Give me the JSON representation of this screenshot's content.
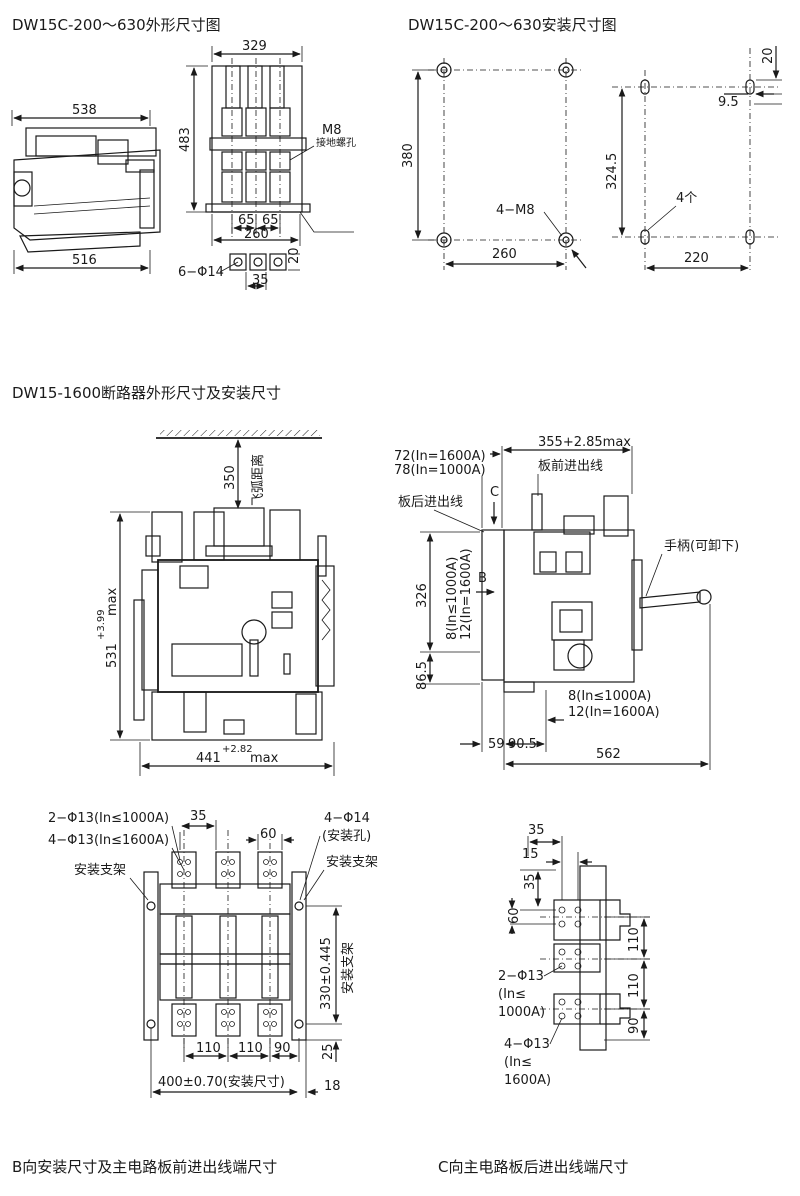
{
  "titles": {
    "t1": "DW15C-200～630外形尺寸图",
    "t2": "DW15C-200～630安装尺寸图",
    "t3": "DW15-1600断路器外形尺寸及安装尺寸",
    "t4": "B向安装尺寸及主电路板前进出线端尺寸",
    "t5": "C向主电路板后进出线端尺寸"
  },
  "d1": {
    "w538": "538",
    "w516": "516",
    "w329": "329",
    "h483": "483",
    "m8": "M8",
    "ground_hole": "接地螺孔",
    "p65a": "65",
    "p65b": "65",
    "w260": "260",
    "holes": "6−Φ14",
    "d20": "20",
    "d35": "35"
  },
  "d2": {
    "h380": "380",
    "w260": "260",
    "m8": "4−M8",
    "d20": "20",
    "d95": "9.5",
    "h3245": "324.5",
    "count": "4个",
    "w220": "220"
  },
  "d3": {
    "arc": "飞弧距离",
    "h350": "350",
    "h531": "531",
    "h531tol": "+3.99",
    "max": "max",
    "w441": "441",
    "w441tol": "+2.82"
  },
  "d4": {
    "l72": "72(In=1600A)",
    "l78": "78(In=1000A)",
    "w355": "355+2.85max",
    "front": "板前进出线",
    "c": "C",
    "back": "板后进出线",
    "handle": "手柄(可卸下)",
    "b": "B",
    "h326": "326",
    "v8": "8(In≤1000A)",
    "v12": "12(In=1600A)",
    "h865": "86.5",
    "l8": "8(In≤1000A)",
    "l12": "12(In=1600A)",
    "w59": "59",
    "w905": "90.5",
    "w562": "562"
  },
  "d5": {
    "holes1": "2−Φ13(In≤1000A)",
    "holes2": "4−Φ13(In≤1600A)",
    "w35": "35",
    "h4": "4−Φ14",
    "hole_note": "(安装孔)",
    "w60": "60",
    "bracket_l": "安装支架",
    "bracket_r": "安装支架",
    "h330": "330±0.445",
    "bracket_v": "安装支架",
    "p110a": "110",
    "p110b": "110",
    "p90": "90",
    "d25": "25",
    "w400": "400±0.70(安装尺寸)",
    "d18": "18"
  },
  "d6": {
    "w35": "35",
    "w15": "15",
    "h35": "35",
    "h60": "60",
    "h110a": "110",
    "h110b": "110",
    "h90": "90",
    "lab1a": "2−Φ13",
    "lab1b": "(In≤",
    "lab1c": "1000A)",
    "lab2a": "4−Φ13",
    "lab2b": "(In≤",
    "lab2c": "1600A)"
  }
}
